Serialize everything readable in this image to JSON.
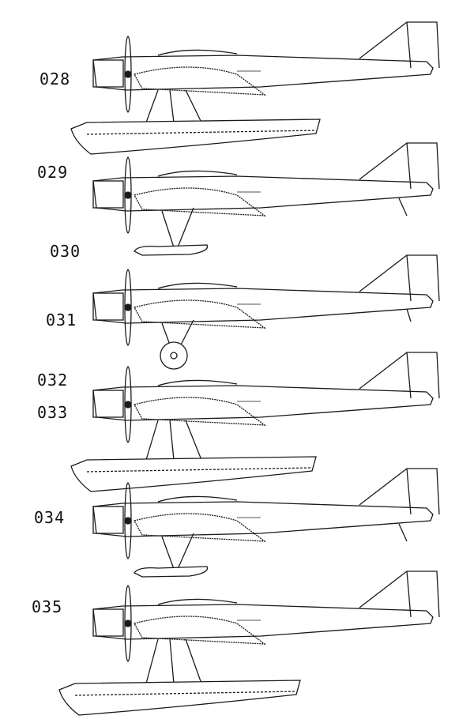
{
  "labels": {
    "l028": "028",
    "l029": "029",
    "l030": "030",
    "l031": "031",
    "l032": "032",
    "l033": "033",
    "l034": "034",
    "l035": "035"
  },
  "colors": {
    "ink": "#1a1a1a",
    "paper": "#ffffff"
  }
}
